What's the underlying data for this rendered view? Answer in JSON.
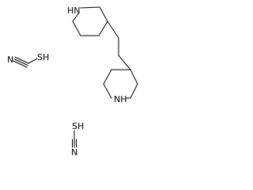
{
  "molecule": {
    "piperidine_top": {
      "nh_label": "HN"
    },
    "piperidine_bottom": {
      "nh_label": "NH"
    }
  },
  "thiocyanate_1": {
    "n_label": "N",
    "sh_label": "SH"
  },
  "thiocyanate_2": {
    "sh_label": "SH",
    "n_label": "N"
  }
}
